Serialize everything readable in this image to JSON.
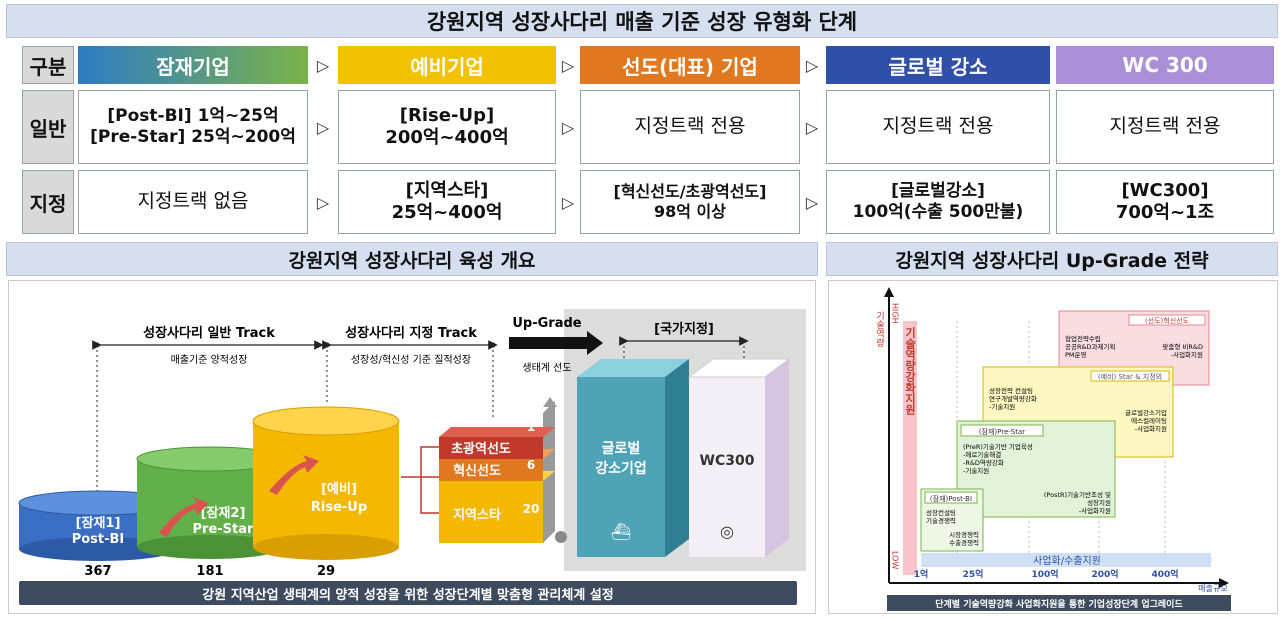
{
  "main_title": "강원지역 성장사다리 매출 기준 성장 유형화 단계",
  "table": {
    "corner": "구분",
    "headers": [
      "잠재기업",
      "예비기업",
      "선도(대표) 기업",
      "글로벌 강소",
      "WC 300"
    ],
    "header_colors": [
      "#2e7bc4",
      "#f2c200",
      "#e07820",
      "#2f4fa8",
      "#a98fd6"
    ],
    "rows": [
      {
        "label": "일반",
        "cells": [
          {
            "l1": "[Post-BI] 1억~25억",
            "l2": "[Pre-Star] 25억~200억",
            "bold": true
          },
          {
            "l1": "[Rise-Up]",
            "l2": "200억~400억",
            "bold": true
          },
          {
            "l1": "지정트랙 전용",
            "l2": "",
            "bold": false
          },
          {
            "l1": "지정트랙 전용",
            "l2": "",
            "bold": false
          },
          {
            "l1": "지정트랙 전용",
            "l2": "",
            "bold": false
          }
        ]
      },
      {
        "label": "지정",
        "cells": [
          {
            "l1": "지정트랙 없음",
            "l2": "",
            "bold": false
          },
          {
            "l1": "[지역스타]",
            "l2": "25억~400억",
            "bold": true
          },
          {
            "l1": "[혁신선도/초광역선도]",
            "l2": "98억 이상",
            "bold": true
          },
          {
            "l1": "[글로벌강소]",
            "l2": "100억(수출 500만불)",
            "bold": true
          },
          {
            "l1": "[WC300]",
            "l2": "700억~1조",
            "bold": true
          }
        ]
      }
    ],
    "arrow_glyph": "▷"
  },
  "left_section": {
    "title": "강원지역 성장사다리 육성 개요",
    "track_general": "성장사다리 일반 Track",
    "track_general_sub": "매출기준 양적성장",
    "track_designated": "성장사다리 지정 Track",
    "track_designated_sub": "성장성/혁신성 기준 질적성장",
    "upgrade_label": "Up-Grade",
    "upgrade_sub": "생태계 선도",
    "national_label": "[국가지정]",
    "cylinders": [
      {
        "l1": "[잠재1]",
        "l2": "Post-BI",
        "count": "367",
        "color": "#3a6fc4"
      },
      {
        "l1": "[잠재2]",
        "l2": "Pre-Star",
        "count": "181",
        "color": "#62b04a"
      },
      {
        "l1": "[예비]",
        "l2": "Rise-Up",
        "count": "29",
        "color": "#f5b800"
      }
    ],
    "stack": [
      {
        "label": "초광역선도",
        "count": "1"
      },
      {
        "label": "혁신선도",
        "count": "6"
      },
      {
        "label": "지역스타",
        "count": "20"
      }
    ],
    "box_global": {
      "l1": "글로벌",
      "l2": "강소기업"
    },
    "box_wc": "WC300",
    "footer": "강원 지역산업 생태계의 양적 성장을 위한 성장단계별 맞춤형 관리체계 설정"
  },
  "right_section": {
    "title": "강원지역 성장사다리 Up-Grade 전략",
    "y_axis": "기술역량",
    "y_high": "HIGH",
    "y_low": "LOW",
    "y_bar": "기술역량강화지원",
    "x_bar": "사업화/수출지원",
    "x_axis": "매출규모",
    "x_ticks": [
      "1억",
      "25억",
      "100억",
      "200억",
      "400억"
    ],
    "boxes": [
      {
        "title": "(잠재)Post-BI",
        "lines": [
          "성장컨설팅",
          "기술경쟁력",
          "시장경쟁력",
          "수출경쟁력"
        ]
      },
      {
        "title": "(잠재)Pre-Star",
        "lines": [
          "(PreR)기술기반 기업육성",
          "-애로기술해결",
          "-R&D역량강화",
          "-기술지원",
          "(PostR)기술기반조성 및",
          "성장지원",
          "-사업화지원"
        ]
      },
      {
        "title": "(예비) Star & 지정외",
        "lines": [
          "성장전략 컨설팅",
          "연구개발역량강화",
          "-기술지원",
          "글로벌강소기업",
          "에스컬레이팅",
          "-사업화지원"
        ]
      },
      {
        "title": "(선도)혁신선도",
        "lines": [
          "협업전략수립",
          "공공R&D과제기획",
          "PM운영",
          "맞춤형 비R&D",
          "-사업화지원"
        ]
      }
    ],
    "footer": "단계별 기술역량강화 사업화지원을 통한 기업성장단계 업그레이드"
  }
}
